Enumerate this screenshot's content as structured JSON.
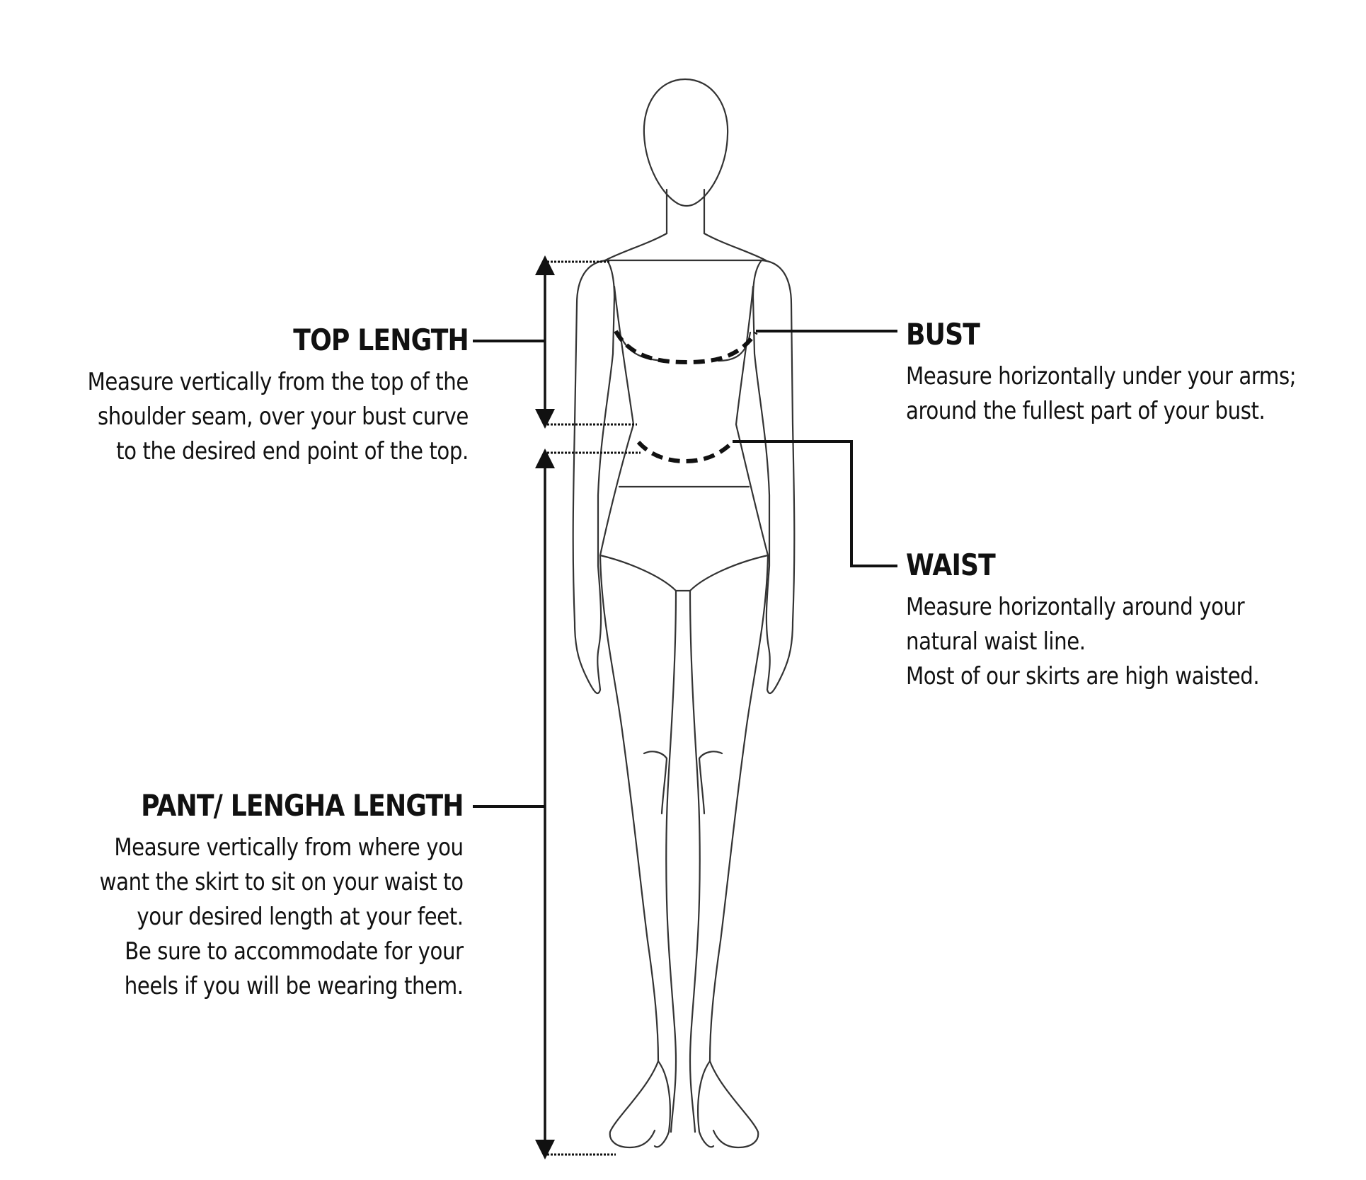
{
  "measurements": {
    "top_length": {
      "title": "TOP LENGTH",
      "lines": [
        "Measure vertically from the top of the",
        "shoulder seam, over your bust curve",
        "to the desired end point of the top."
      ]
    },
    "bust": {
      "title": "BUST",
      "lines": [
        "Measure horizontally under your arms;",
        "around the fullest part of your bust."
      ]
    },
    "waist": {
      "title": "WAIST",
      "lines": [
        "Measure horizontally around your",
        "natural waist line.",
        "Most of our skirts are high waisted."
      ]
    },
    "pant_length": {
      "title": "PANT/ LENGHA LENGTH",
      "lines": [
        "Measure vertically from where you",
        "want the skirt to sit on your waist to",
        "your desired length at your feet.",
        "Be sure to accommodate for your",
        "heels if you will be wearing them."
      ]
    }
  },
  "icons": {
    "figure": "mannequin-figure"
  },
  "colors": {
    "line": "#111111",
    "outline": "#333333",
    "background": "#ffffff"
  }
}
